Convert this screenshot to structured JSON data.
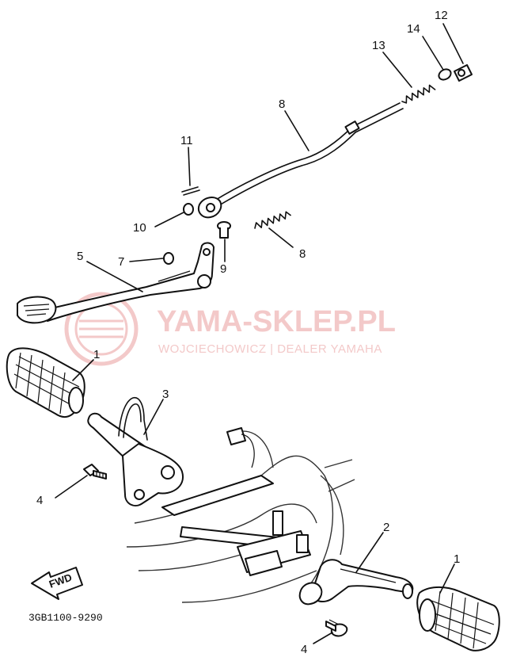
{
  "diagram": {
    "code": "3GB1100-9290",
    "fwd_label": "FWD",
    "watermark": {
      "title": "YAMA-SKLEP.PL",
      "subtitle": "WOJCIECHOWICZ | DEALER YAMAHA",
      "color": "#f3c9c9"
    },
    "callouts": [
      {
        "id": "c12",
        "label": "12"
      },
      {
        "id": "c14",
        "label": "14"
      },
      {
        "id": "c13",
        "label": "13"
      },
      {
        "id": "c8a",
        "label": "8"
      },
      {
        "id": "c11",
        "label": "11"
      },
      {
        "id": "c10",
        "label": "10"
      },
      {
        "id": "c8b",
        "label": "8"
      },
      {
        "id": "c5",
        "label": "5"
      },
      {
        "id": "c7",
        "label": "7"
      },
      {
        "id": "c9",
        "label": "9"
      },
      {
        "id": "c1a",
        "label": "1"
      },
      {
        "id": "c3",
        "label": "3"
      },
      {
        "id": "c4a",
        "label": "4"
      },
      {
        "id": "c2",
        "label": "2"
      },
      {
        "id": "c1b",
        "label": "1"
      },
      {
        "id": "c4b",
        "label": "4"
      }
    ]
  }
}
